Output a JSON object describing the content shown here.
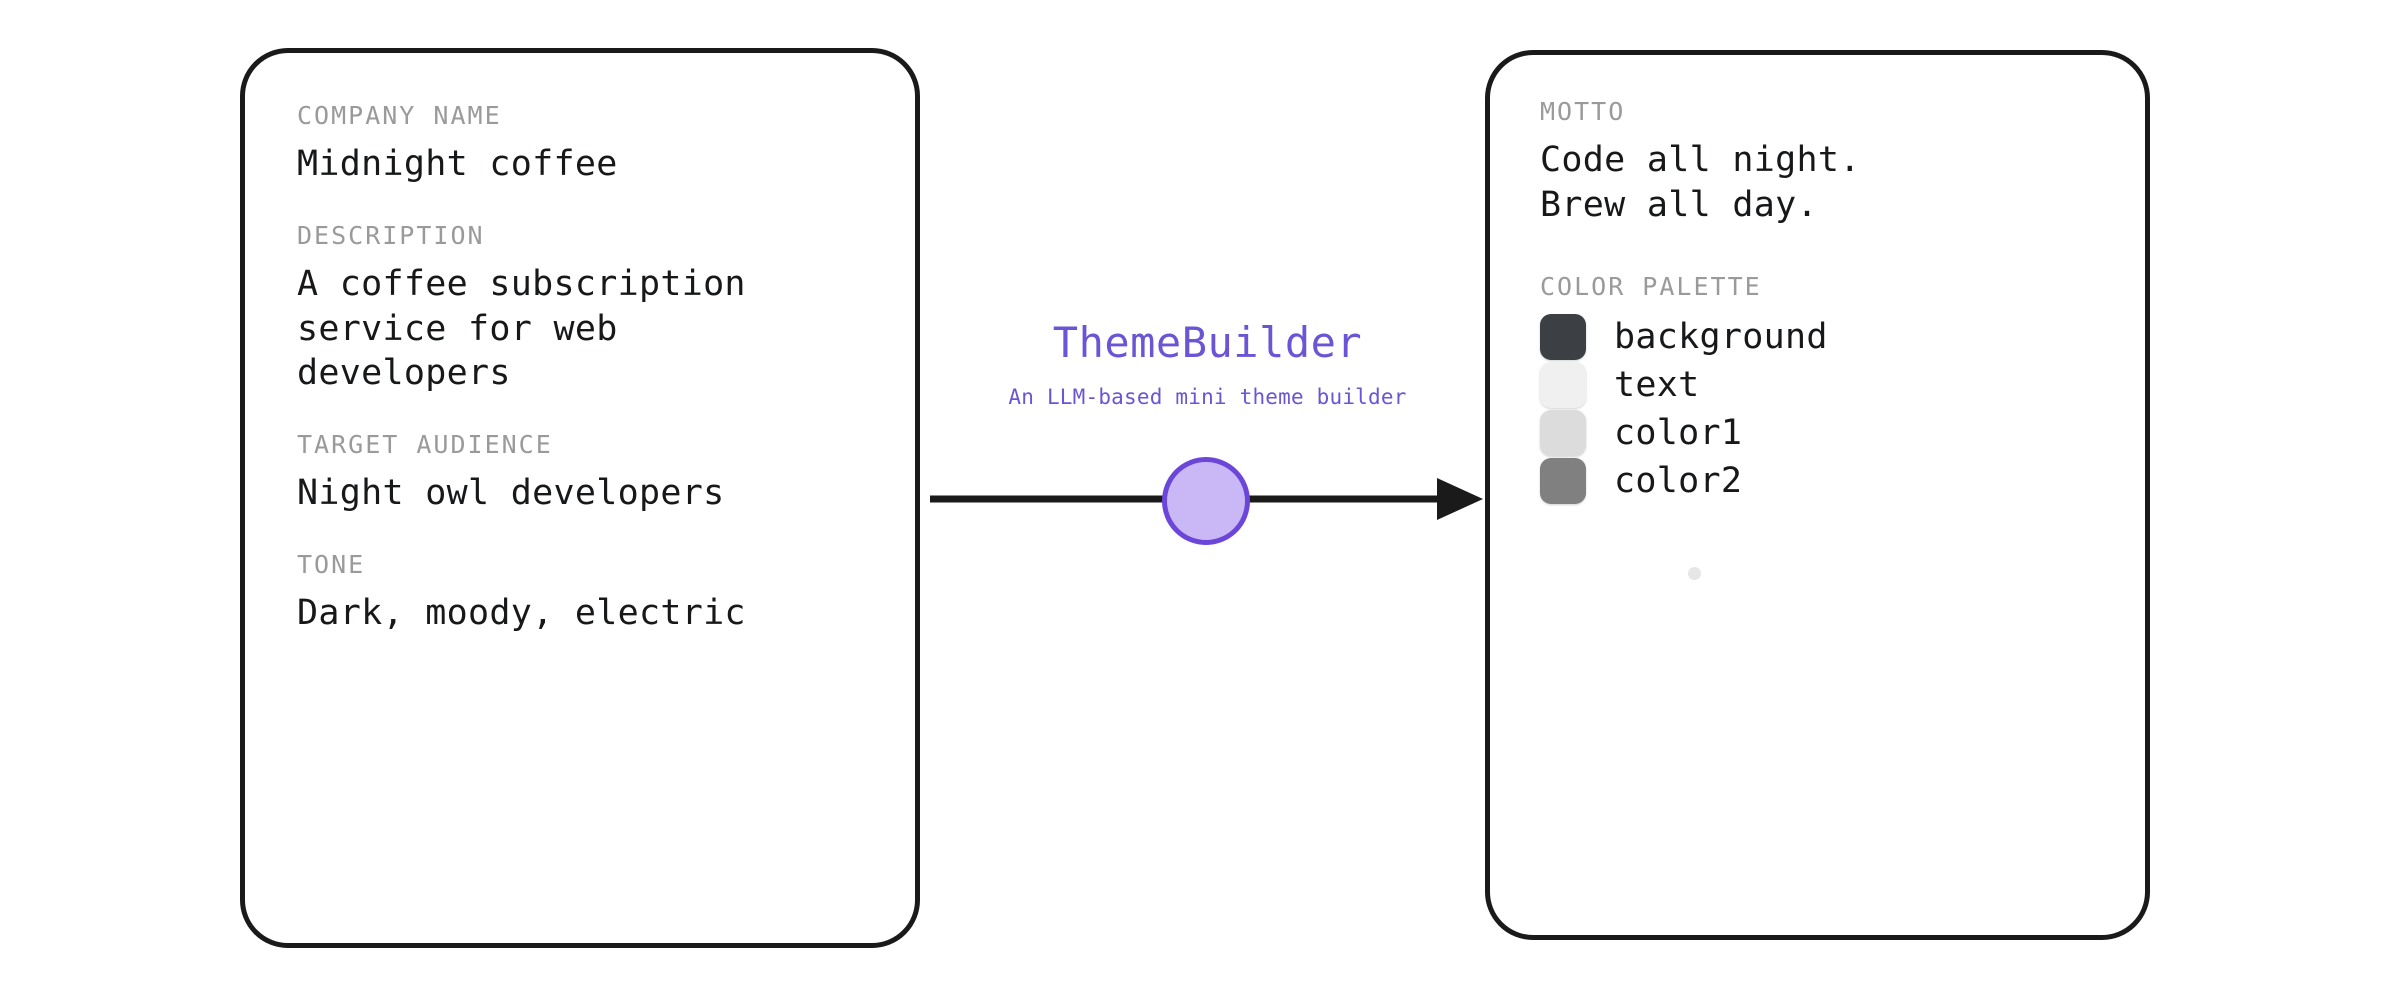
{
  "app": {
    "title": "ThemeBuilder",
    "subtitle": "An LLM-based mini theme builder",
    "accent_color": "#6b55d4",
    "node_fill_color": "#c9b8f5",
    "node_border_color": "#6b46d9"
  },
  "input_card": {
    "fields": [
      {
        "label": "COMPANY NAME",
        "value": "Midnight coffee"
      },
      {
        "label": "DESCRIPTION",
        "value": "A coffee subscription\nservice for web\ndevelopers"
      },
      {
        "label": "TARGET AUDIENCE",
        "value": "Night owl developers"
      },
      {
        "label": "TONE",
        "value": "Dark, moody, electric"
      }
    ]
  },
  "output_card": {
    "motto": {
      "label": "MOTTO",
      "value": "Code all night.\nBrew all day."
    },
    "palette": {
      "label": "COLOR PALETTE",
      "swatches": [
        {
          "name": "background",
          "color": "#3c4045"
        },
        {
          "name": "text",
          "color": "#f0f0f0"
        },
        {
          "name": "color1",
          "color": "#dcdcdc"
        },
        {
          "name": "color2",
          "color": "#808080"
        }
      ]
    }
  },
  "connector": {
    "arrow_color": "#1a1a1a",
    "direction": "left-to-right"
  }
}
